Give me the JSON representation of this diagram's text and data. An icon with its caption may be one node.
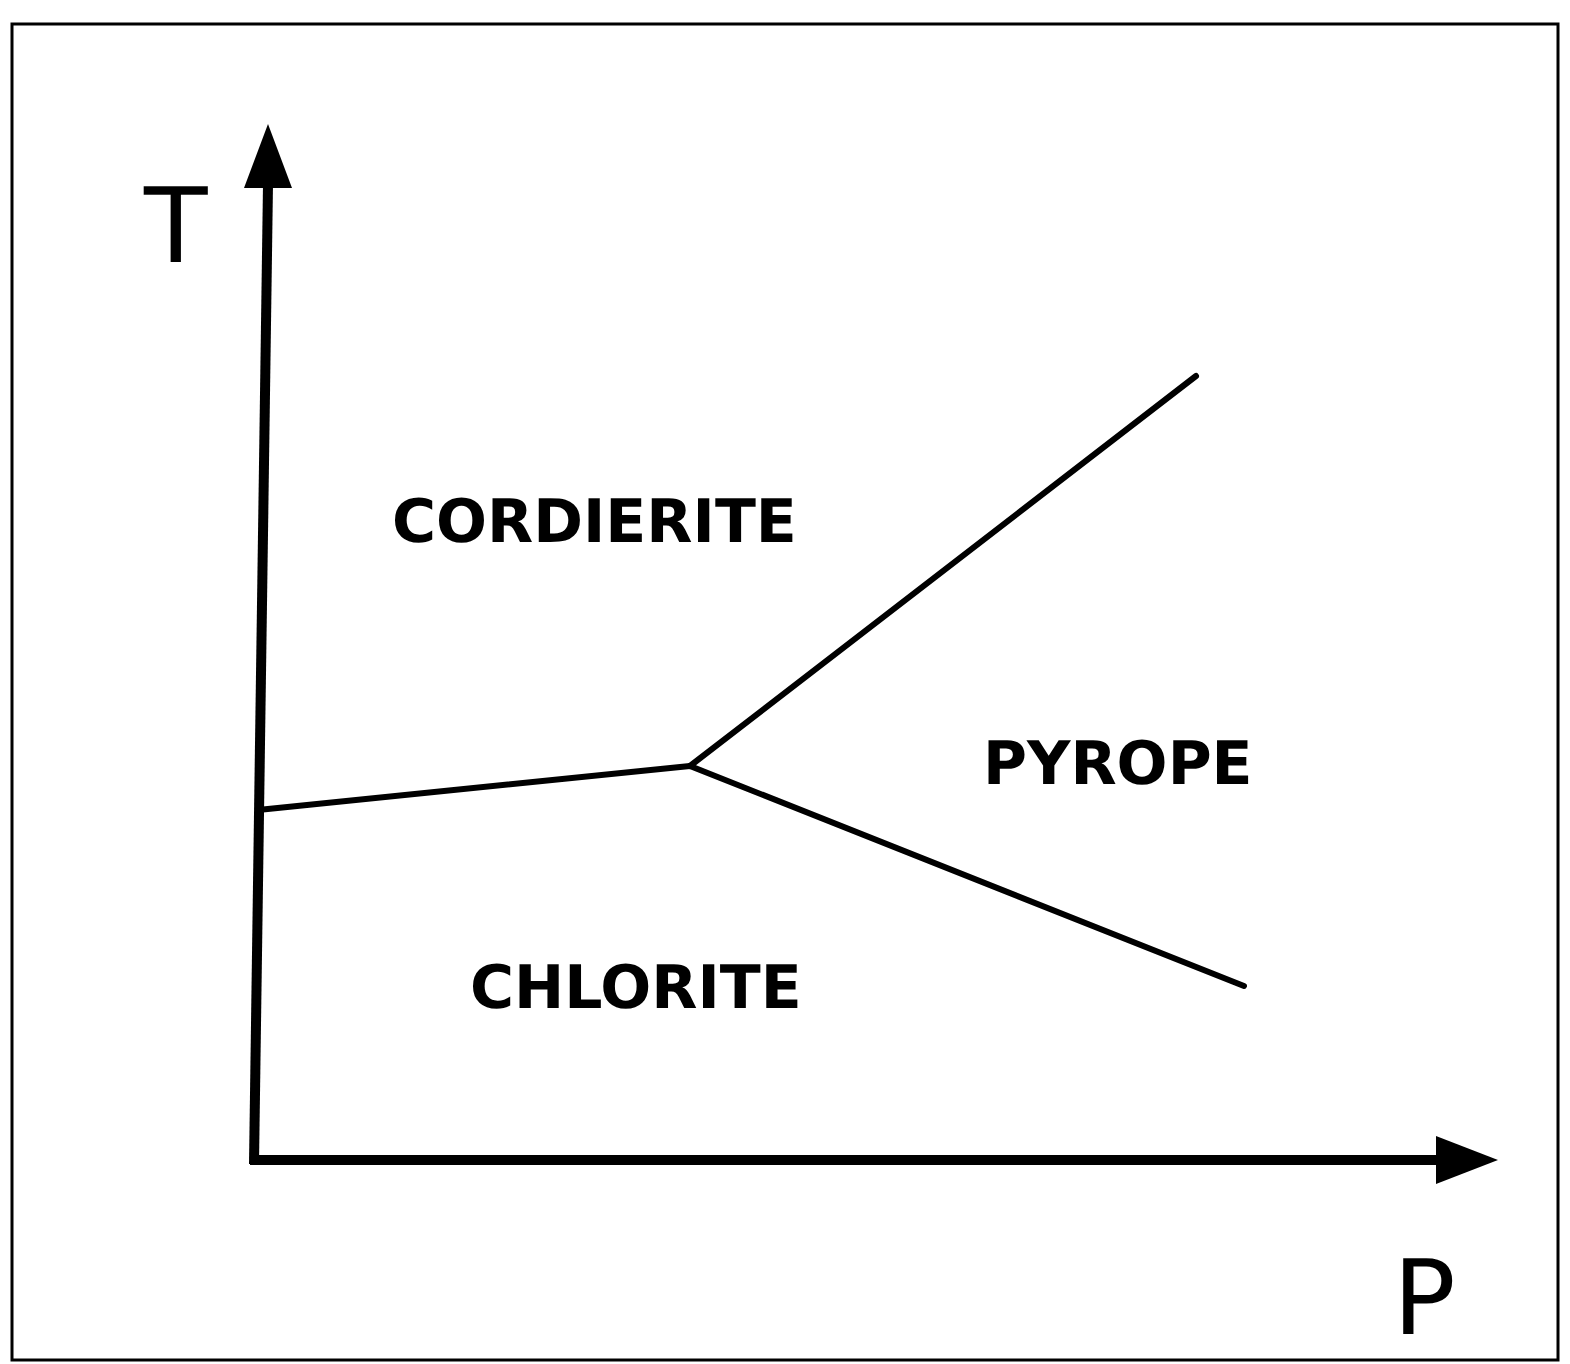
{
  "diagram": {
    "labels": [
      "T",
      "CORDIERITE",
      "PYROPE",
      "CHLORITE",
      "P"
    ]
  }
}
